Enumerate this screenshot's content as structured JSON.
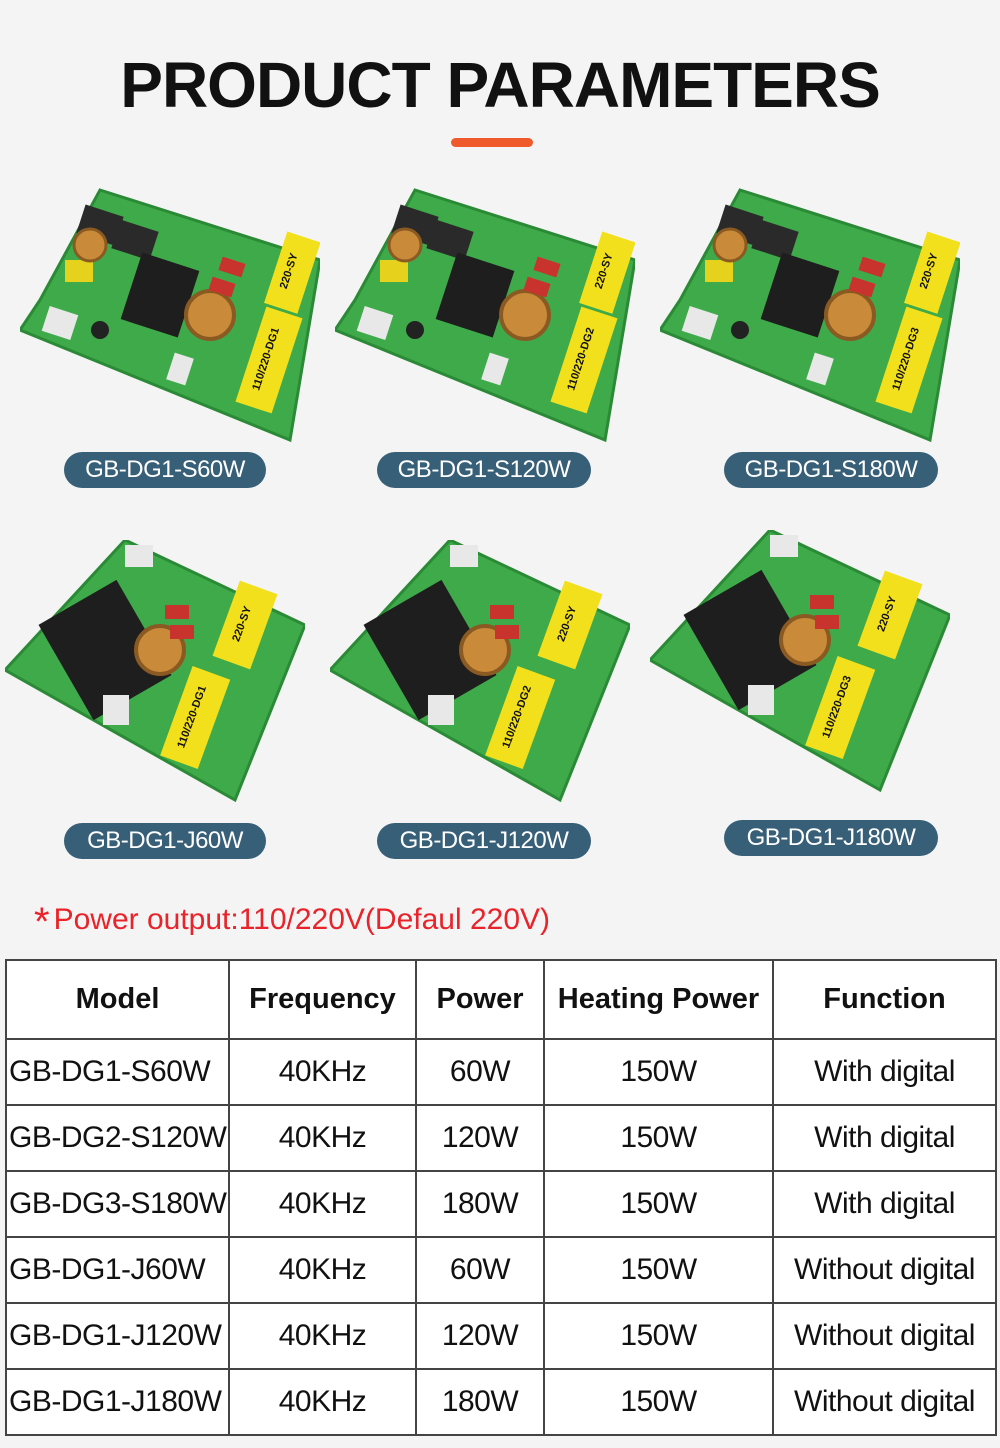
{
  "page": {
    "title": "PRODUCT PARAMETERS",
    "accent_color": "#ee5a2c",
    "label_color": "#375f78"
  },
  "products": [
    {
      "model": "GB-DG1-S60W",
      "board_label": "110/220-DG1",
      "transformer_label": "220-SY",
      "digital": true
    },
    {
      "model": "GB-DG1-S120W",
      "board_label": "110/220-DG2",
      "transformer_label": "220-SY",
      "digital": true
    },
    {
      "model": "GB-DG1-S180W",
      "board_label": "110/220-DG3",
      "transformer_label": "220-SY",
      "digital": true
    },
    {
      "model": "GB-DG1-J60W",
      "board_label": "110/220-DG1",
      "transformer_label": "220-SY",
      "digital": false
    },
    {
      "model": "GB-DG1-J120W",
      "board_label": "110/220-DG2",
      "transformer_label": "220-SY",
      "digital": false
    },
    {
      "model": "GB-DG1-J180W",
      "board_label": "110/220-DG3",
      "transformer_label": "220-SY",
      "digital": false
    }
  ],
  "note": {
    "star": "*",
    "text": "Power output:110/220V(Defaul 220V)"
  },
  "table": {
    "headers": [
      "Model",
      "Frequency",
      "Power",
      "Heating Power",
      "Function"
    ],
    "rows": [
      [
        "GB-DG1-S60W",
        "40KHz",
        "60W",
        "150W",
        "With digital"
      ],
      [
        "GB-DG2-S120W",
        "40KHz",
        "120W",
        "150W",
        "With digital"
      ],
      [
        "GB-DG3-S180W",
        "40KHz",
        "180W",
        "150W",
        "With digital"
      ],
      [
        "GB-DG1-J60W",
        "40KHz",
        "60W",
        "150W",
        "Without digital"
      ],
      [
        "GB-DG1-J120W",
        "40KHz",
        "120W",
        "150W",
        "Without digital"
      ],
      [
        "GB-DG1-J180W",
        "40KHz",
        "180W",
        "150W",
        "Without digital"
      ]
    ]
  }
}
